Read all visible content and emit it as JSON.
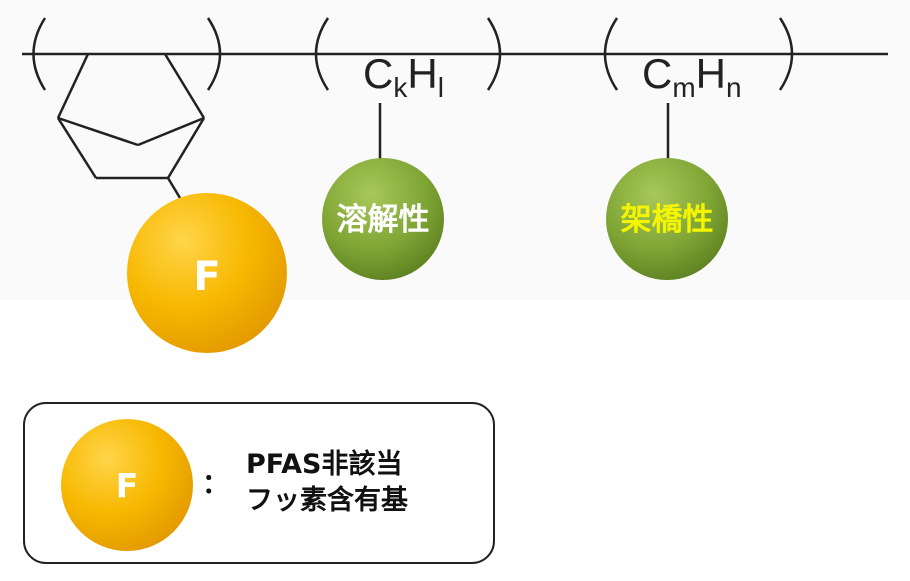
{
  "formula": {
    "unit2_base1": "C",
    "unit2_sub1": "k",
    "unit2_base2": "H",
    "unit2_sub2": "l",
    "unit3_base1": "C",
    "unit3_sub1": "m",
    "unit3_base2": "H",
    "unit3_sub2": "n"
  },
  "pendants": {
    "fluorine": "F",
    "solubility": "溶解性",
    "crosslinking": "架橋性"
  },
  "legend": {
    "symbol": "F",
    "colon": "：",
    "line1": "PFAS非該当",
    "line2": "フッ素含有基"
  },
  "colors": {
    "fluorine_ball": "#f5b400",
    "green_ball": "#7aa032",
    "solubility_text": "#ffffff",
    "crosslinking_text": "#f5f500",
    "backbone": "#222222"
  }
}
